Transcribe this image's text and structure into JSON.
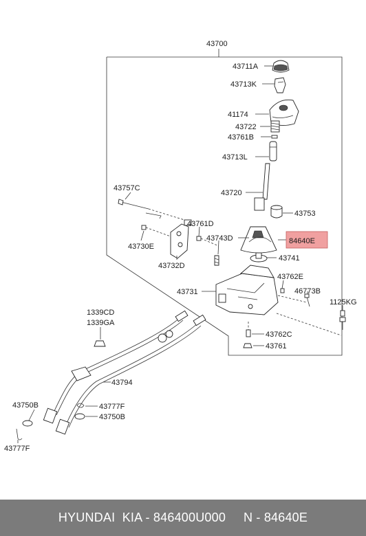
{
  "labels": {
    "l43700": "43700",
    "l43711A": "43711A",
    "l43713K": "43713K",
    "l41174": "41174",
    "l43722": "43722",
    "l43761B": "43761B",
    "l43713L": "43713L",
    "l43757C": "43757C",
    "l43720": "43720",
    "l43753": "43753",
    "l43761D": "43761D",
    "l43730E": "43730E",
    "l43743D": "43743D",
    "l84640E": "84640E",
    "l43732D": "43732D",
    "l43741": "43741",
    "l43731": "43731",
    "l43762E": "43762E",
    "l46773B": "46773B",
    "l1125KG": "1125KG",
    "l1339CD": "1339CD",
    "l1339GA": "1339GA",
    "l43762C": "43762C",
    "l43761": "43761",
    "l43794": "43794",
    "l43750B_a": "43750B",
    "l43777F_a": "43777F",
    "l43750B_b": "43750B",
    "l43777F_b": "43777F"
  },
  "highlight_color": "#f0a0a0",
  "footer": {
    "text": "HYUNDAI  KIA - 846400U000     N - 84640E"
  }
}
